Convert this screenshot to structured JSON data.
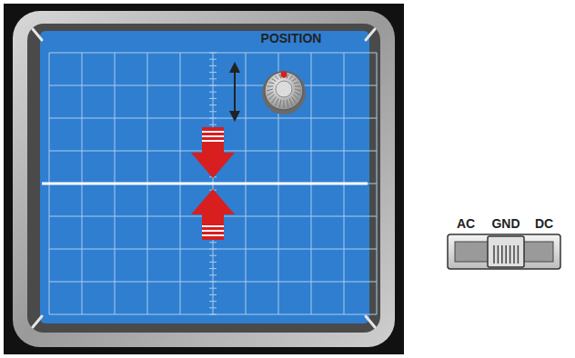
{
  "diagram": {
    "labels": [
      "POSITION",
      "AC",
      "GND",
      "DC"
    ]
  }
}
